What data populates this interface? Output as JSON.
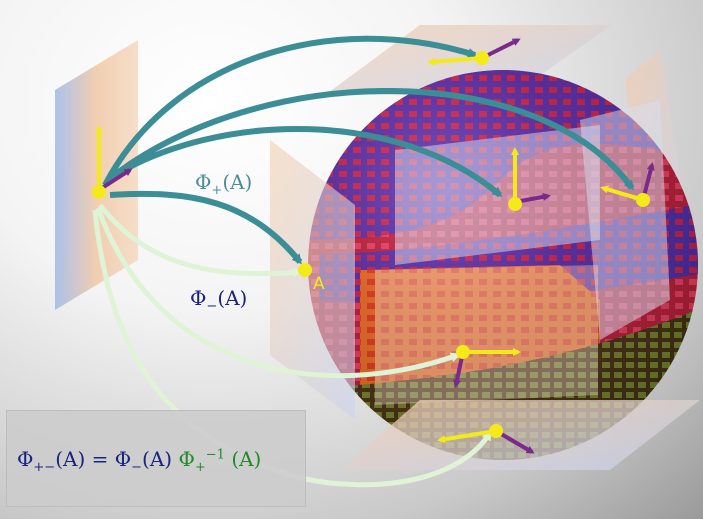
{
  "labels": {
    "phi_plus": {
      "symbol": "Φ",
      "sub": "+",
      "arg": "(A)"
    },
    "phi_minus": {
      "symbol": "Φ",
      "sub": "−",
      "arg": "(A)"
    },
    "point_a": "A"
  },
  "formula": {
    "lhs_symbol": "Φ",
    "lhs_sub": "+−",
    "lhs_arg": "(A) =",
    "rhs1_symbol": "Φ",
    "rhs1_sub": "−",
    "rhs1_arg": "(A)",
    "rhs2_symbol": "Φ",
    "rhs2_sub": "+",
    "rhs2_sup": "−1",
    "rhs2_arg": "(A)"
  },
  "colors": {
    "teal_arrow": "#3b8d96",
    "pale_green_arrow": "#dff3d6",
    "yellow_basis": "#f4ea1a",
    "purple_basis": "#7a2a8a",
    "phi_plus_text": "#4a8f9a",
    "phi_minus_text": "#1a237e",
    "inverse_text": "#1f8a2a",
    "grid_red": "#b0243c",
    "grid_blue": "#2a36c8",
    "grid_orange": "#f08a1e",
    "grid_green": "#57a82a"
  }
}
